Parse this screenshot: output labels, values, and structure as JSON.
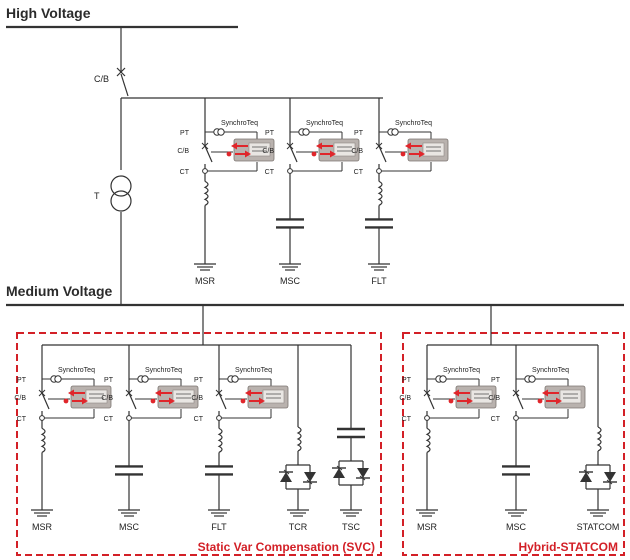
{
  "titles": {
    "high_voltage": "High Voltage",
    "medium_voltage": "Medium Voltage"
  },
  "main_breaker": {
    "label": "C/B"
  },
  "transformer": {
    "label": "T"
  },
  "relay": {
    "name": "SynchroTeq",
    "pt": "PT",
    "cb": "C/B",
    "ct": "CT"
  },
  "hv_branches": [
    {
      "label": "MSR",
      "type": "reactor"
    },
    {
      "label": "MSC",
      "type": "capacitor"
    },
    {
      "label": "FLT",
      "type": "filter"
    }
  ],
  "svc_box": {
    "title": "Static Var Compensation (SVC)",
    "branches": [
      {
        "label": "MSR",
        "type": "reactor"
      },
      {
        "label": "MSC",
        "type": "capacitor"
      },
      {
        "label": "FLT",
        "type": "filter"
      },
      {
        "label": "TCR",
        "type": "tcr"
      },
      {
        "label": "TSC",
        "type": "tsc"
      }
    ]
  },
  "statcom_box": {
    "title": "Hybrid-STATCOM",
    "branches": [
      {
        "label": "MSR",
        "type": "reactor"
      },
      {
        "label": "MSC",
        "type": "capacitor"
      },
      {
        "label": "STATCOM",
        "type": "tcr"
      }
    ]
  },
  "colors": {
    "wire": "#333333",
    "box_border": "#d32027",
    "arrow": "#e0262b",
    "device": "#b9b2ae"
  }
}
